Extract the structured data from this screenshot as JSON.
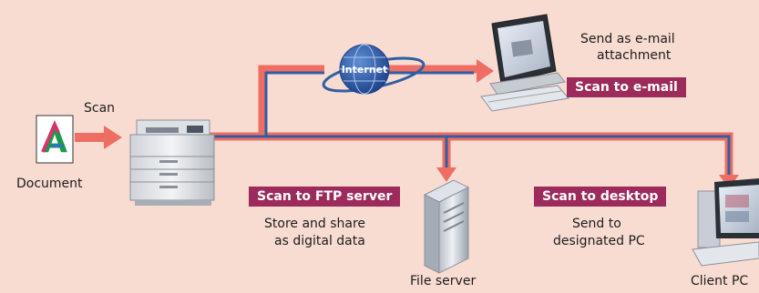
{
  "labels": {
    "scan": "Scan",
    "document": "Document",
    "internet": "Internet",
    "email_desc_line1": "Send as e-mail",
    "email_desc_line2": "attachment",
    "ftp_desc_line1": "Store and share",
    "ftp_desc_line2": "as digital data",
    "desktop_desc_line1": "Send to",
    "desktop_desc_line2": "designated PC",
    "file_server": "File server",
    "client_pc": "Client PC"
  },
  "badges": {
    "email": "Scan to e-mail",
    "ftp": "Scan to FTP server",
    "desktop": "Scan to desktop"
  },
  "icons": {
    "document_glyph": "A",
    "document": "document-icon",
    "copier": "copier-icon",
    "globe": "globe-icon",
    "email_pc": "computer-icon",
    "file_server": "server-icon",
    "client_pc": "computer-icon"
  },
  "colors": {
    "background": "#f8dcd2",
    "flow_salmon": "#ef6e64",
    "flow_blue": "#2f5fa3",
    "badge": "#9c2a5a"
  }
}
